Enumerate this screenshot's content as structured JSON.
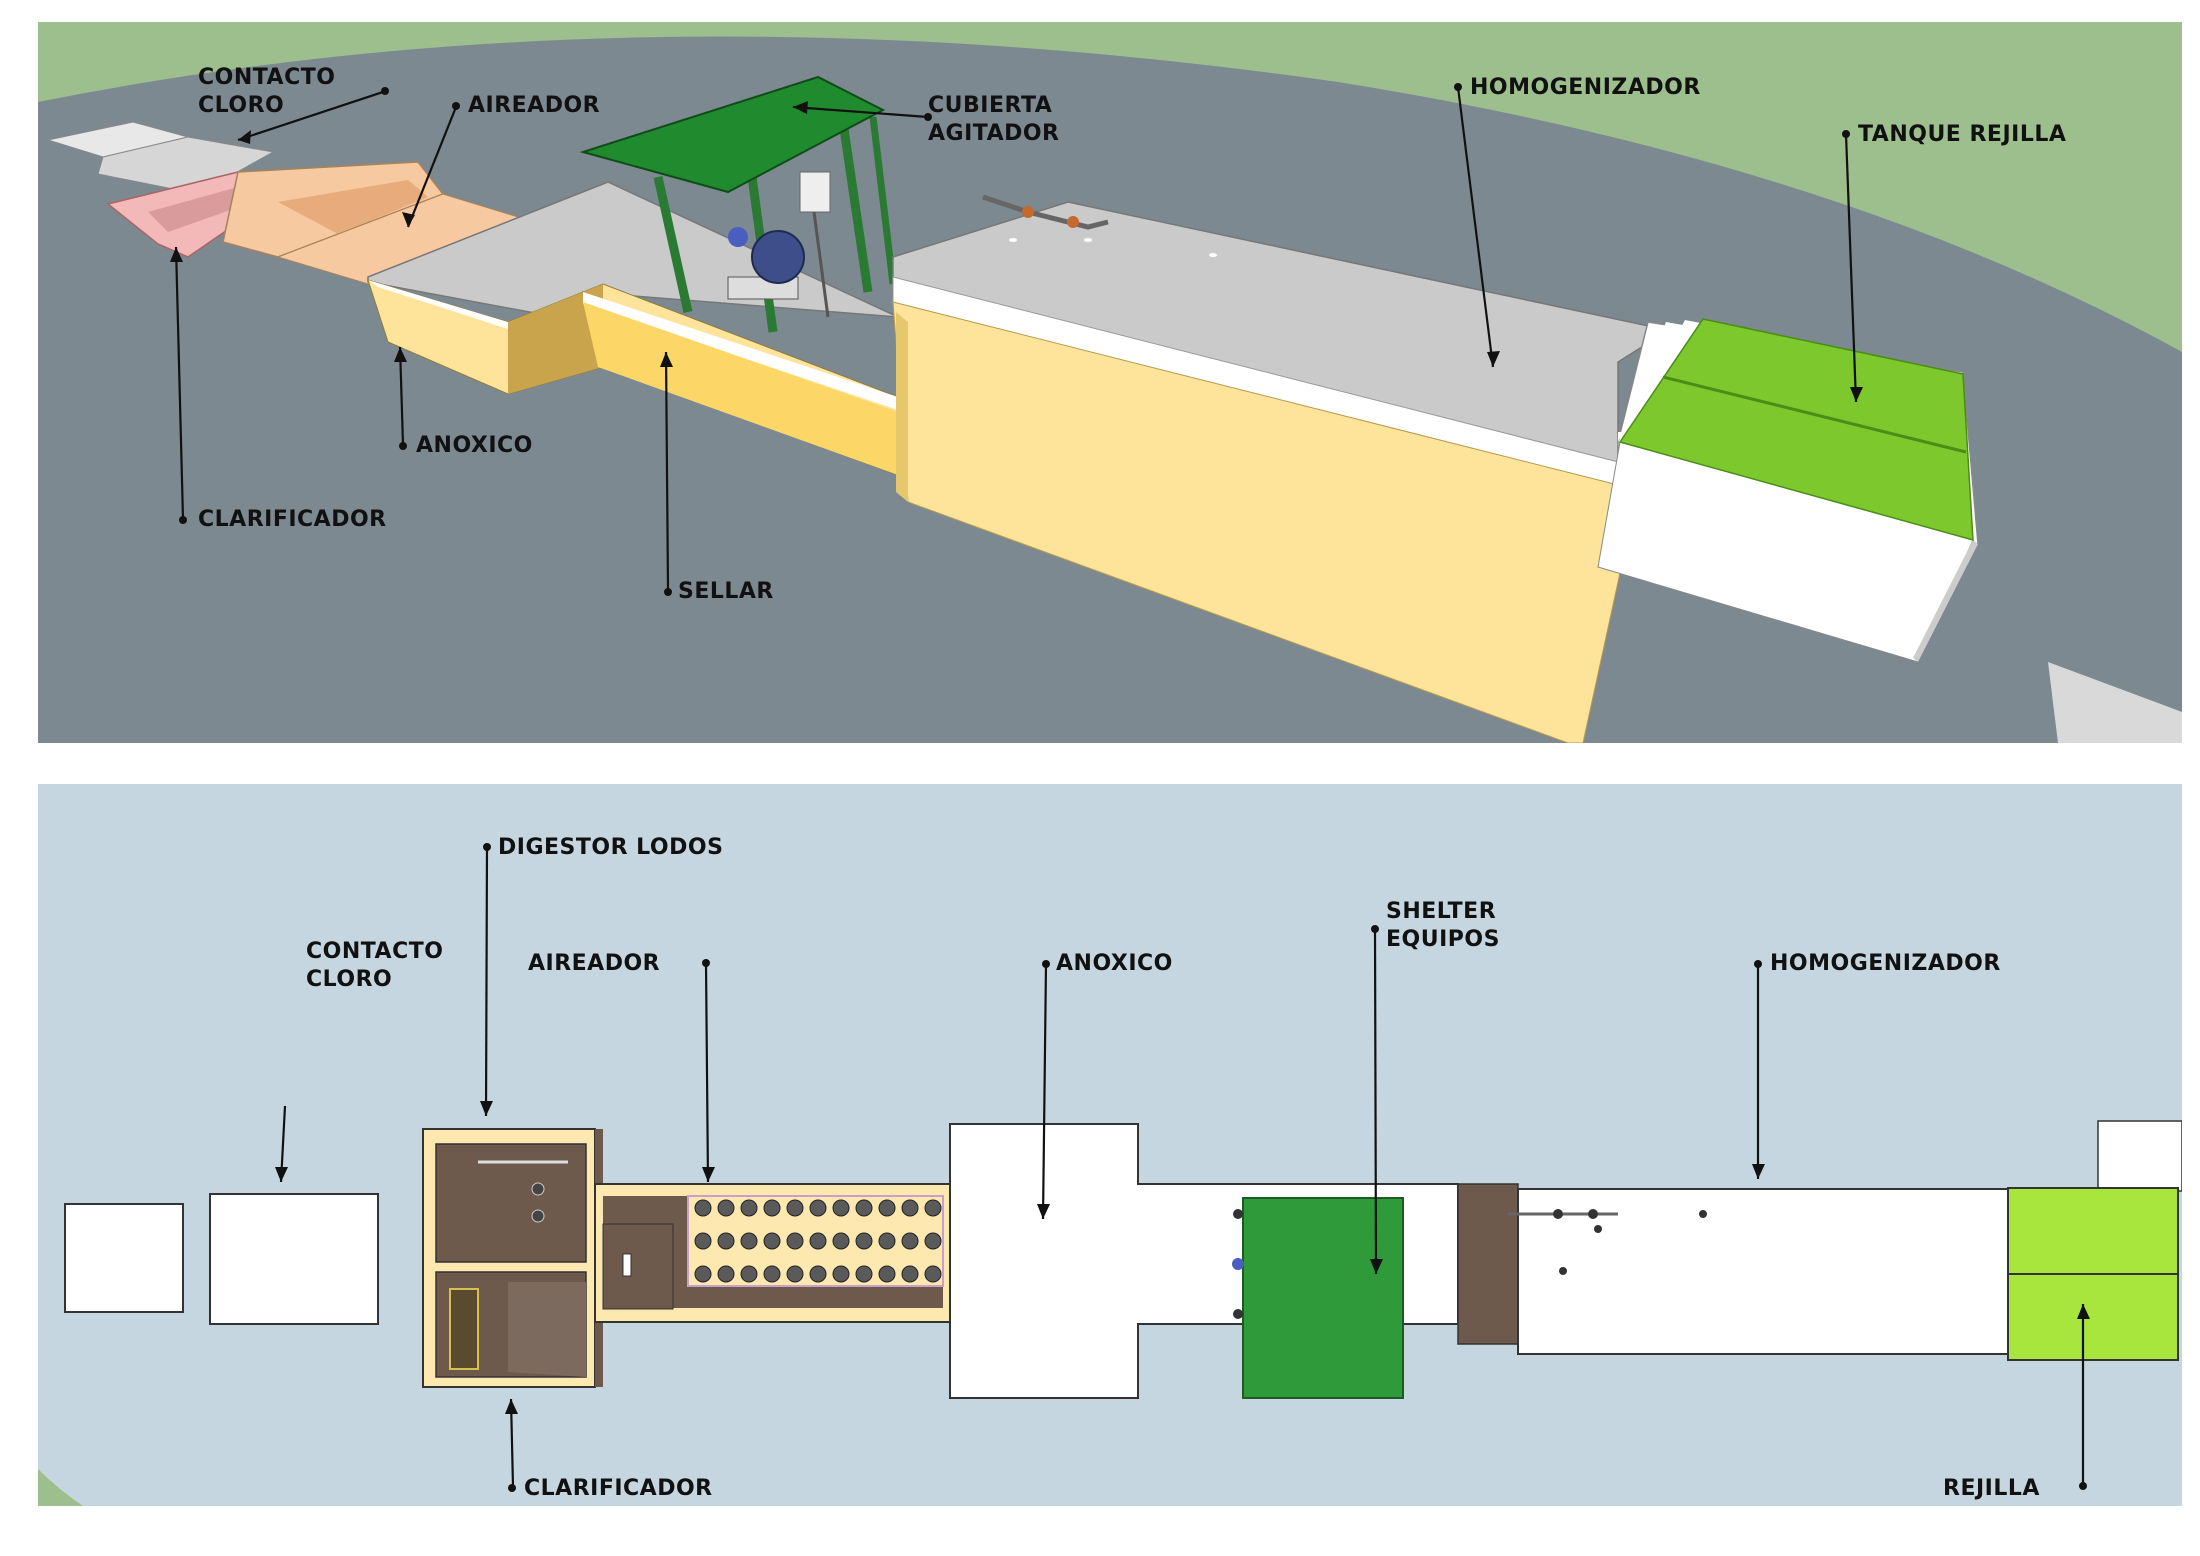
{
  "colors": {
    "grass": "#9dbf8e",
    "ground": "#7d8991",
    "plan_bg": "#c5d6e0",
    "concrete_top": "#cacaca",
    "wall_yellow": "#fde49a",
    "wall_yellow_dark": "#c9a44c",
    "roof_green": "#1f8a2e",
    "tank_green": "#7cc82d",
    "plan_green": "#a8e63d",
    "brown": "#6d5a4c",
    "pink": "#f3b8b8",
    "peach": "#f7c9a0"
  },
  "perspective_view": {
    "labels": {
      "contacto_cloro": "CONTACTO\nCLORO",
      "aireador": "AIREADOR",
      "cubierta_agitador": "CUBIERTA\nAGITADOR",
      "homogenizador": "HOMOGENIZADOR",
      "tanque_rejilla": "TANQUE REJILLA",
      "anoxico": "ANOXICO",
      "clarificador": "CLARIFICADOR",
      "sellar": "SELLAR"
    }
  },
  "plan_view": {
    "labels": {
      "digestor_lodos": "DIGESTOR LODOS",
      "contacto_cloro": "CONTACTO\nCLORO",
      "aireador": "AIREADOR",
      "anoxico": "ANOXICO",
      "shelter_equipos": "SHELTER\nEQUIPOS",
      "homogenizador": "HOMOGENIZADOR",
      "clarificador": "CLARIFICADOR",
      "rejilla": "REJILLA"
    }
  }
}
